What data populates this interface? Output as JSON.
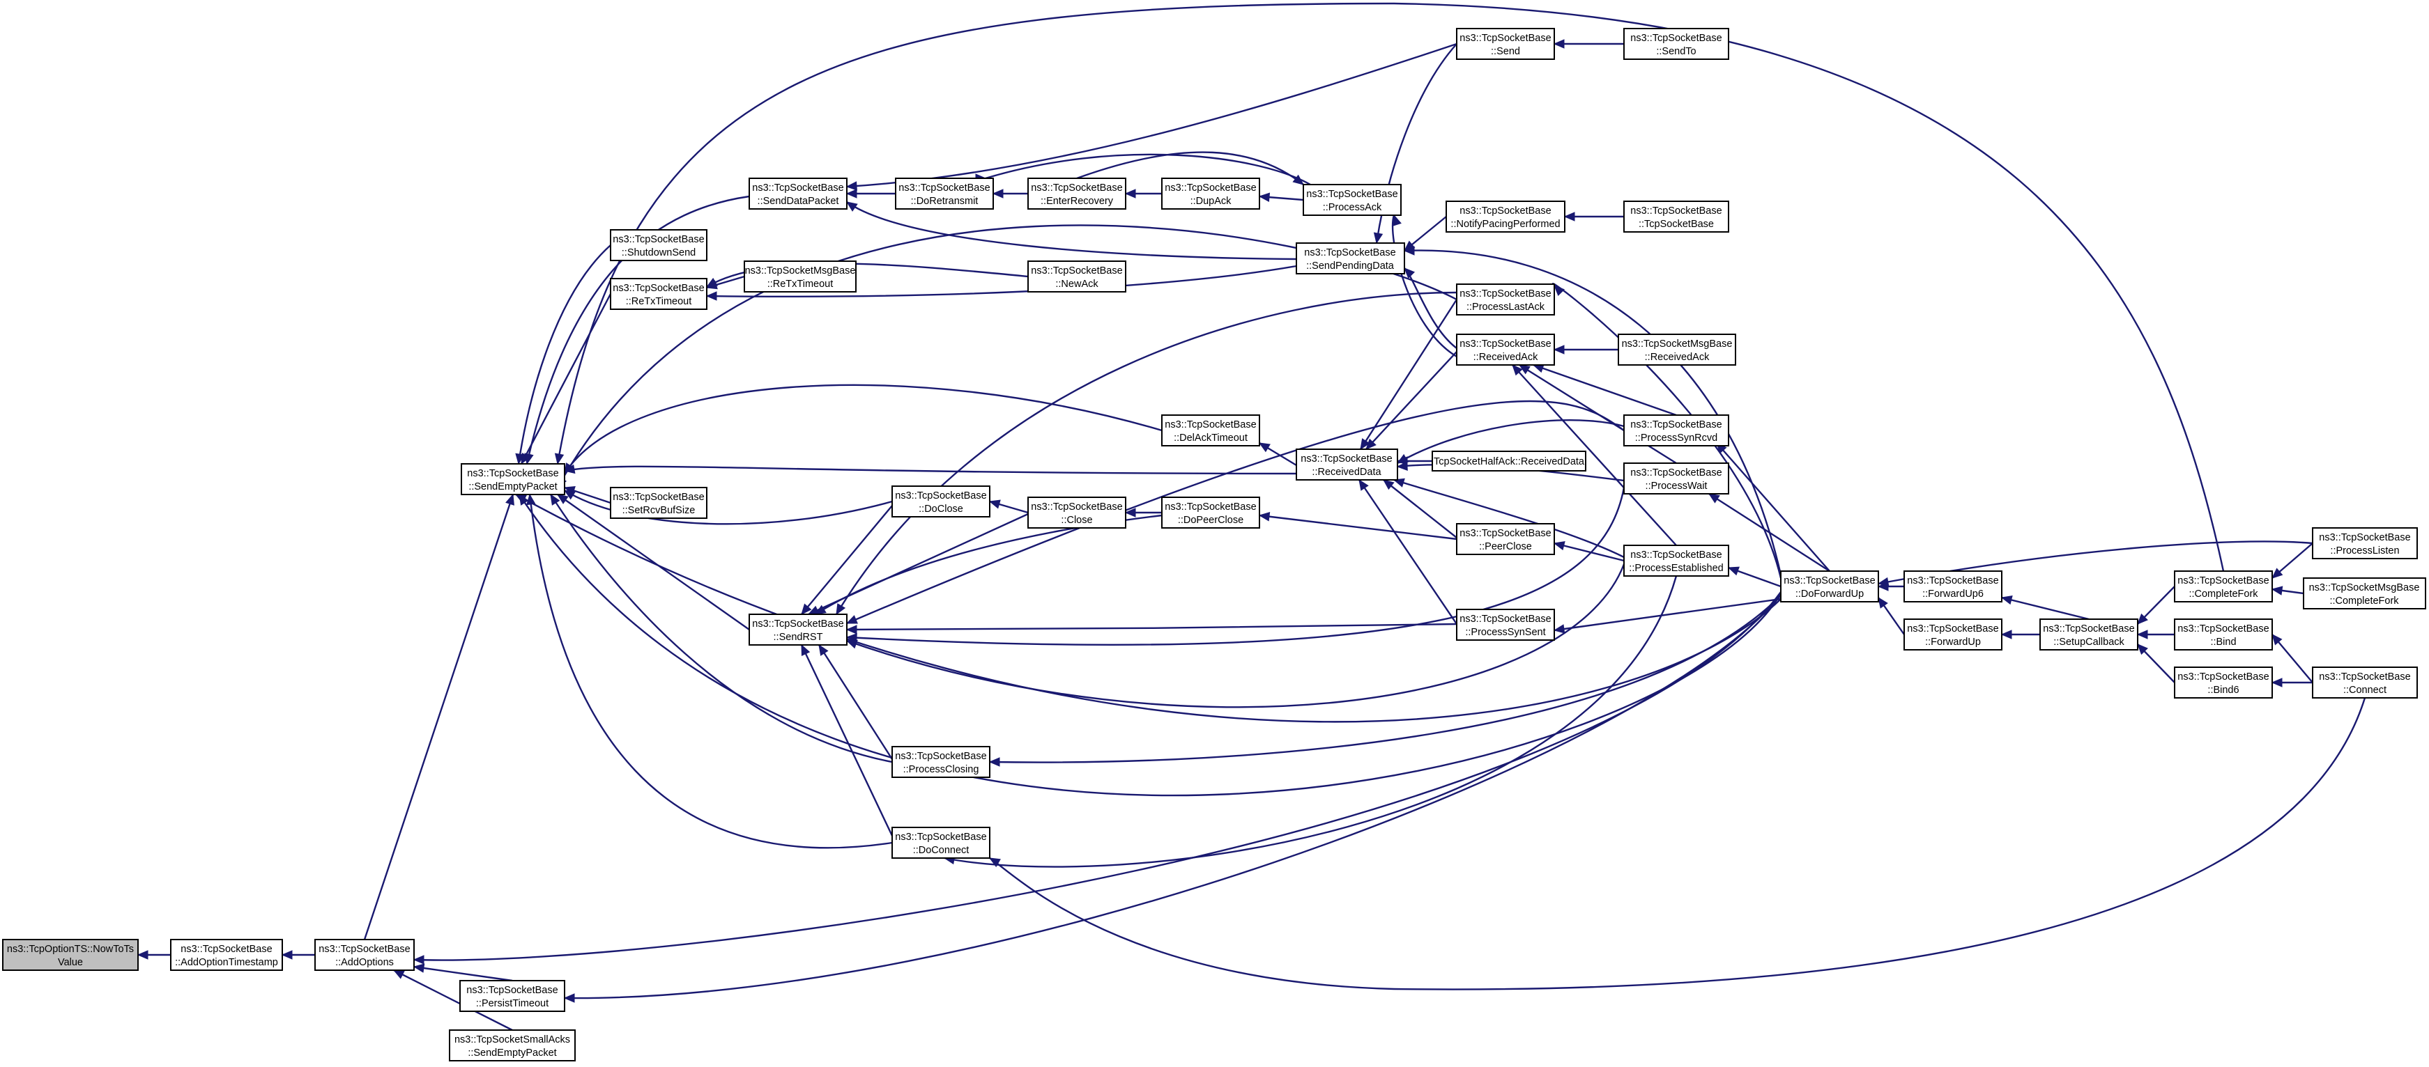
{
  "graph": {
    "colors": {
      "edge": "#191970",
      "node_border": "#000000",
      "node_fill": "#ffffff",
      "focus_fill": "#bfbfbf"
    },
    "nodes": {
      "n_focus": {
        "lines": [
          "ns3::TcpOptionTS::NowToTs",
          "Value"
        ],
        "focus": true
      },
      "n_addts": {
        "lines": [
          "ns3::TcpSocketBase",
          "::AddOptionTimestamp"
        ]
      },
      "n_addopt": {
        "lines": [
          "ns3::TcpSocketBase",
          "::AddOptions"
        ]
      },
      "n_sep": {
        "lines": [
          "ns3::TcpSocketBase",
          "::SendEmptyPacket"
        ]
      },
      "n_persist": {
        "lines": [
          "ns3::TcpSocketBase",
          "::PersistTimeout"
        ]
      },
      "n_small": {
        "lines": [
          "ns3::TcpSocketSmallAcks",
          "::SendEmptyPacket"
        ]
      },
      "n_shutdown": {
        "lines": [
          "ns3::TcpSocketBase",
          "::ShutdownSend"
        ]
      },
      "n_retx": {
        "lines": [
          "ns3::TcpSocketBase",
          "::ReTxTimeout"
        ]
      },
      "n_setrcv": {
        "lines": [
          "ns3::TcpSocketBase",
          "::SetRcvBufSize"
        ]
      },
      "n_senddata": {
        "lines": [
          "ns3::TcpSocketBase",
          "::SendDataPacket"
        ]
      },
      "n_msgretx": {
        "lines": [
          "ns3::TcpSocketMsgBase",
          "::ReTxTimeout"
        ]
      },
      "n_sendrst": {
        "lines": [
          "ns3::TcpSocketBase",
          "::SendRST"
        ]
      },
      "n_doclose": {
        "lines": [
          "ns3::TcpSocketBase",
          "::DoClose"
        ]
      },
      "n_pclosing": {
        "lines": [
          "ns3::TcpSocketBase",
          "::ProcessClosing"
        ]
      },
      "n_doconnect": {
        "lines": [
          "ns3::TcpSocketBase",
          "::DoConnect"
        ]
      },
      "n_doretx": {
        "lines": [
          "ns3::TcpSocketBase",
          "::DoRetransmit"
        ]
      },
      "n_close": {
        "lines": [
          "ns3::TcpSocketBase",
          "::Close"
        ]
      },
      "n_enterrec": {
        "lines": [
          "ns3::TcpSocketBase",
          "::EnterRecovery"
        ]
      },
      "n_newack": {
        "lines": [
          "ns3::TcpSocketBase",
          "::NewAck"
        ]
      },
      "n_delack": {
        "lines": [
          "ns3::TcpSocketBase",
          "::DelAckTimeout"
        ]
      },
      "n_dupack": {
        "lines": [
          "ns3::TcpSocketBase",
          "::DupAck"
        ]
      },
      "n_dopeer": {
        "lines": [
          "ns3::TcpSocketBase",
          "::DoPeerClose"
        ]
      },
      "n_procack": {
        "lines": [
          "ns3::TcpSocketBase",
          "::ProcessAck"
        ]
      },
      "n_sendpend": {
        "lines": [
          "ns3::TcpSocketBase",
          "::SendPendingData"
        ]
      },
      "n_recvdata": {
        "lines": [
          "ns3::TcpSocketBase",
          "::ReceivedData"
        ]
      },
      "n_send": {
        "lines": [
          "ns3::TcpSocketBase",
          "::Send"
        ]
      },
      "n_notify": {
        "lines": [
          "ns3::TcpSocketBase",
          "::NotifyPacingPerformed"
        ]
      },
      "n_plastack": {
        "lines": [
          "ns3::TcpSocketBase",
          "::ProcessLastAck"
        ]
      },
      "n_recvack": {
        "lines": [
          "ns3::TcpSocketBase",
          "::ReceivedAck"
        ]
      },
      "n_peerclose": {
        "lines": [
          "ns3::TcpSocketBase",
          "::PeerClose"
        ]
      },
      "n_psynsent": {
        "lines": [
          "ns3::TcpSocketBase",
          "::ProcessSynSent"
        ]
      },
      "n_halfack": {
        "lines": [
          "TcpSocketHalfAck::ReceivedData"
        ]
      },
      "n_sendto": {
        "lines": [
          "ns3::TcpSocketBase",
          "::SendTo"
        ]
      },
      "n_ctor": {
        "lines": [
          "ns3::TcpSocketBase",
          "::TcpSocketBase"
        ]
      },
      "n_msgrecvack": {
        "lines": [
          "ns3::TcpSocketMsgBase",
          "::ReceivedAck"
        ]
      },
      "n_psynrcvd": {
        "lines": [
          "ns3::TcpSocketBase",
          "::ProcessSynRcvd"
        ]
      },
      "n_pwait": {
        "lines": [
          "ns3::TcpSocketBase",
          "::ProcessWait"
        ]
      },
      "n_pestab": {
        "lines": [
          "ns3::TcpSocketBase",
          "::ProcessEstablished"
        ]
      },
      "n_dofwd": {
        "lines": [
          "ns3::TcpSocketBase",
          "::DoForwardUp"
        ]
      },
      "n_fwd6": {
        "lines": [
          "ns3::TcpSocketBase",
          "::ForwardUp6"
        ]
      },
      "n_fwd": {
        "lines": [
          "ns3::TcpSocketBase",
          "::ForwardUp"
        ]
      },
      "n_setcb": {
        "lines": [
          "ns3::TcpSocketBase",
          "::SetupCallback"
        ]
      },
      "n_compfork": {
        "lines": [
          "ns3::TcpSocketBase",
          "::CompleteFork"
        ]
      },
      "n_bind": {
        "lines": [
          "ns3::TcpSocketBase",
          "::Bind"
        ]
      },
      "n_bind6": {
        "lines": [
          "ns3::TcpSocketBase",
          "::Bind6"
        ]
      },
      "n_plisten": {
        "lines": [
          "ns3::TcpSocketBase",
          "::ProcessListen"
        ]
      },
      "n_msgcompfork": {
        "lines": [
          "ns3::TcpSocketMsgBase",
          "::CompleteFork"
        ]
      },
      "n_connect": {
        "lines": [
          "ns3::TcpSocketBase",
          "::Connect"
        ]
      }
    }
  }
}
